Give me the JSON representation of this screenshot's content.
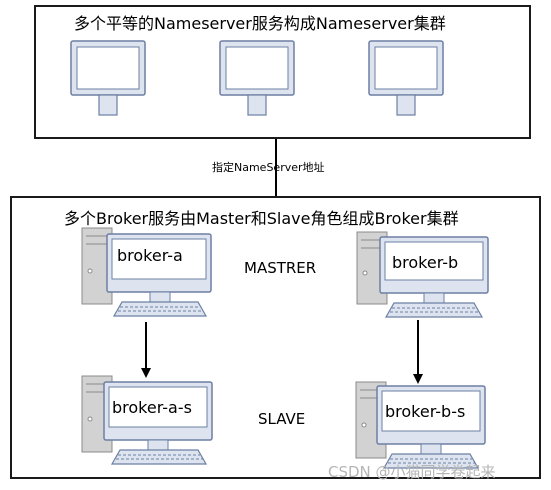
{
  "cluster": {
    "nameserver_title": "多个平等的Nameserver服务构成Nameserver集群",
    "broker_title": "多个Broker服务由Master和Slave角色组成Broker集群"
  },
  "link_label": "指定NameServer地址",
  "roles": {
    "master": "MASTRER",
    "slave": "SLAVE"
  },
  "brokers": {
    "a": "broker-a",
    "a_s": "broker-a-s",
    "b": "broker-b",
    "b_s": "broker-b-s"
  },
  "watermark": "CSDN @小猫同学卷起来",
  "colors": {
    "monitor_fill": "#dde4f0",
    "monitor_stroke": "#6c7fa3",
    "screen": "#ffffff",
    "tower_fill": "#d2d2d2",
    "tower_stroke": "#8b8b8b",
    "border": "#1a1a1a"
  }
}
